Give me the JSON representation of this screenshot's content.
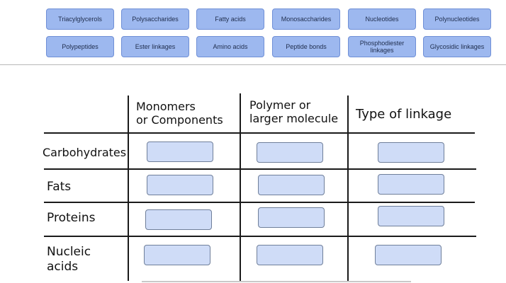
{
  "word_bank": {
    "row1": [
      "Triacylglycerols",
      "Polysaccharides",
      "Fatty acids",
      "Monosaccharides",
      "Nucleotides",
      "Polynucleotides"
    ],
    "row2": [
      "Polypeptides",
      "Ester linkages",
      "Amino acids",
      "Peptide bonds",
      "Phosphodiester linkages",
      "Glycosidic linkages"
    ]
  },
  "table": {
    "columns": {
      "monomers_line1": "Monomers",
      "monomers_line2": "or Components",
      "polymer_line1": "Polymer or",
      "polymer_line2": "larger molecule",
      "linkage": "Type of linkage"
    },
    "rows": {
      "carbohydrates": "Carbohydrates",
      "fats": "Fats",
      "proteins": "Proteins",
      "nucleic_line1": "Nucleic",
      "nucleic_line2": "acids"
    }
  }
}
